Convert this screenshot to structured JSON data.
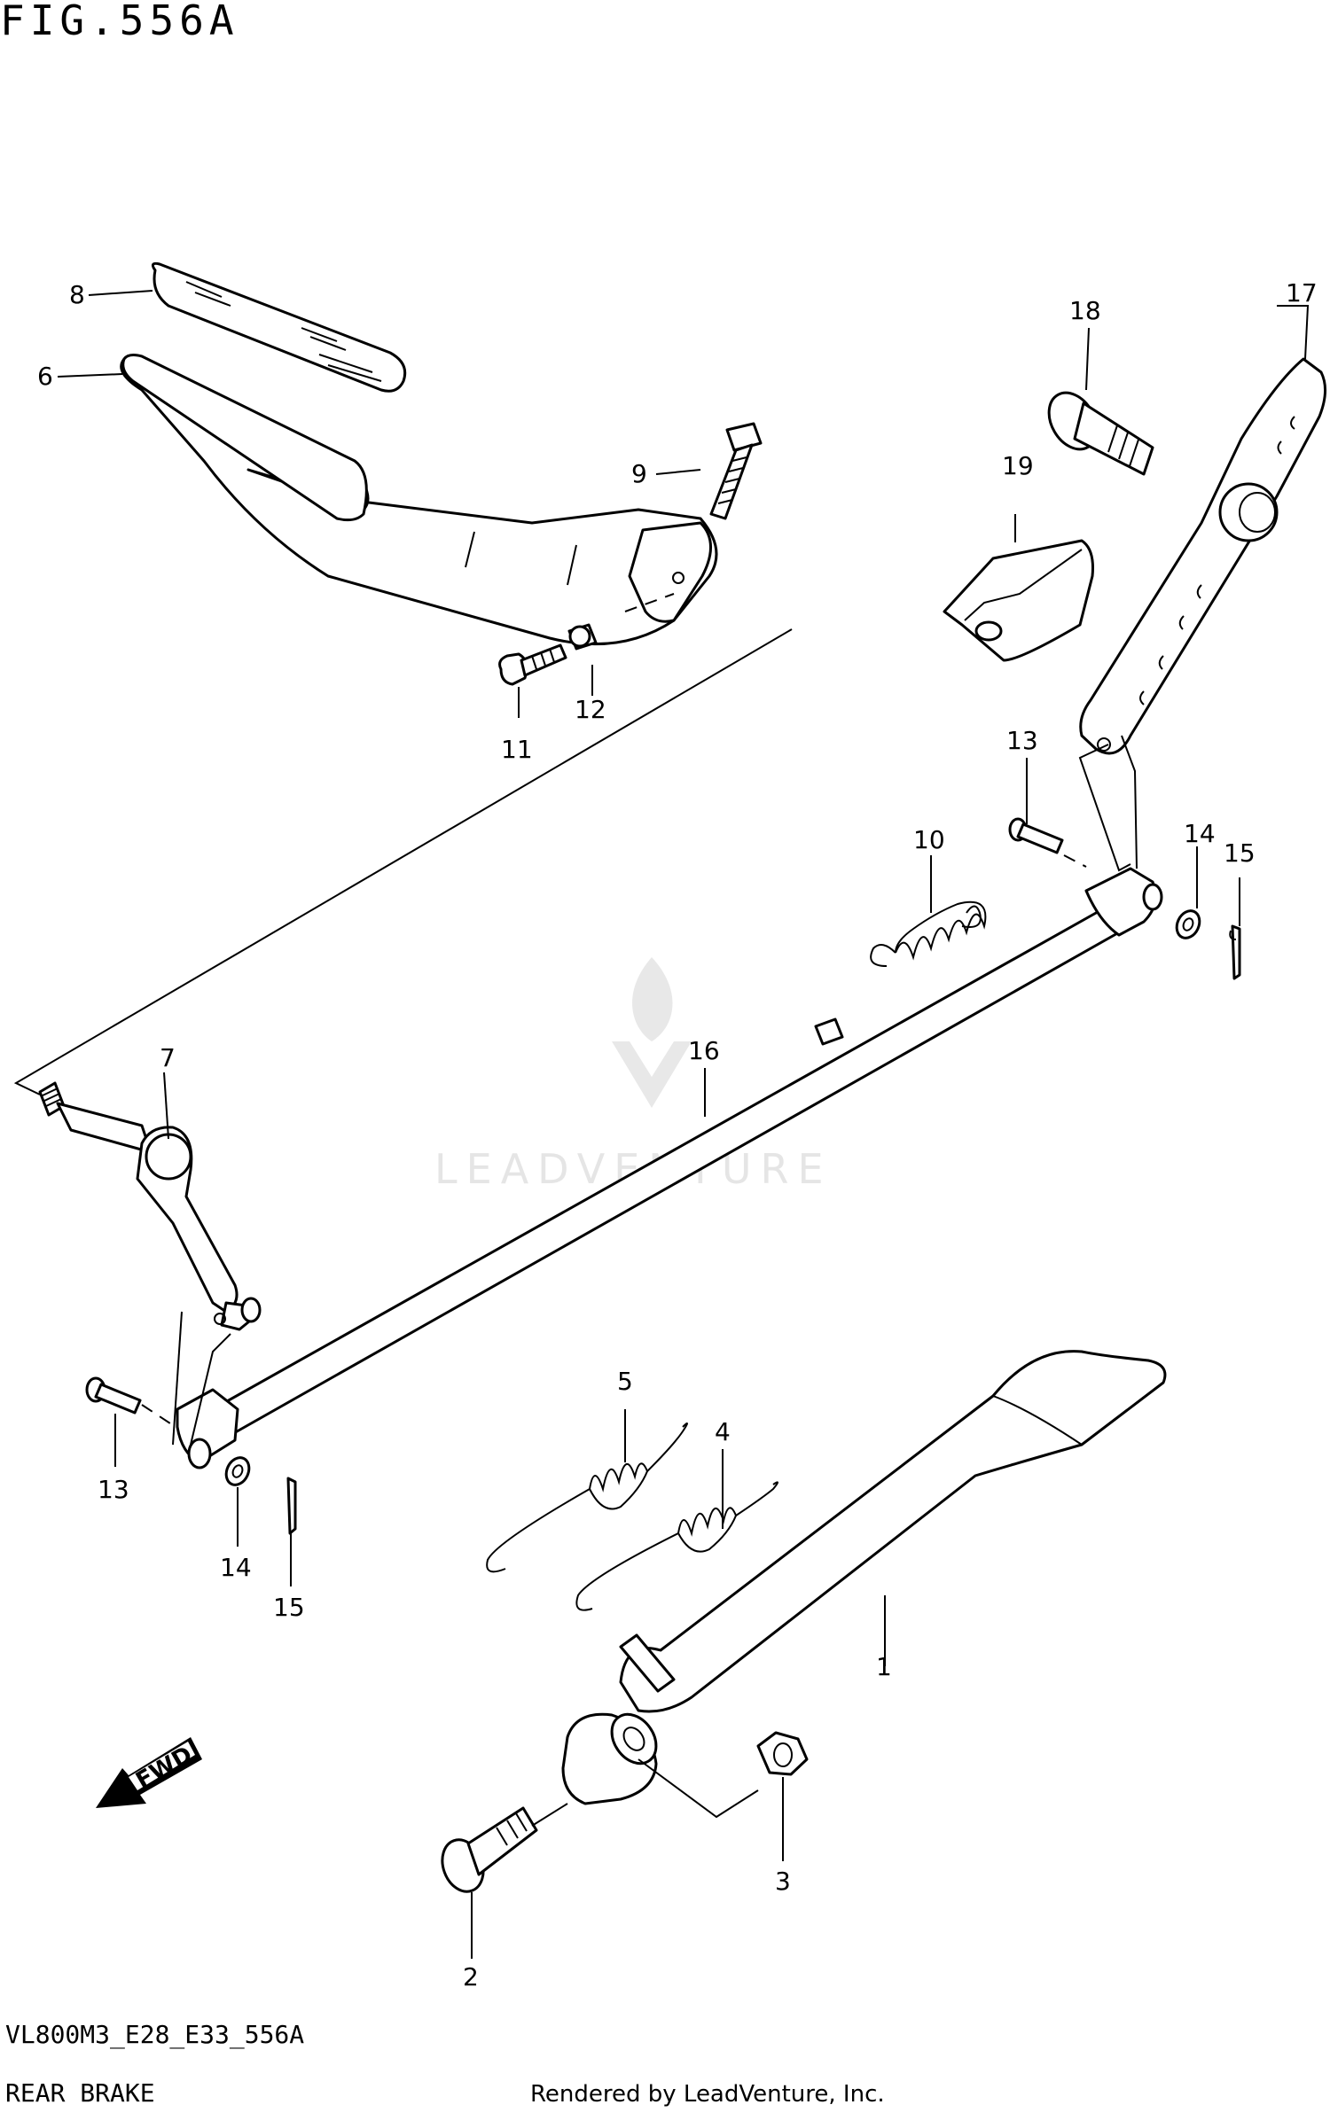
{
  "figure": {
    "title": "FIG.556A"
  },
  "footer": {
    "model_code": "VL800M3_E28_E33_556A",
    "section_name": "REAR BRAKE",
    "credit": "Rendered by LeadVenture, Inc."
  },
  "watermark": {
    "text": "LEADVENTURE"
  },
  "fwd_arrow": {
    "label": "FWD"
  },
  "callouts": {
    "c1": "1",
    "c2": "2",
    "c3": "3",
    "c4": "4",
    "c5": "5",
    "c6": "6",
    "c7": "7",
    "c8": "8",
    "c9": "9",
    "c10": "10",
    "c11": "11",
    "c12": "12",
    "c13a": "13",
    "c13b": "13",
    "c14a": "14",
    "c14b": "14",
    "c15a": "15",
    "c15b": "15",
    "c16": "16",
    "c17": "17",
    "c18": "18",
    "c19": "19"
  }
}
